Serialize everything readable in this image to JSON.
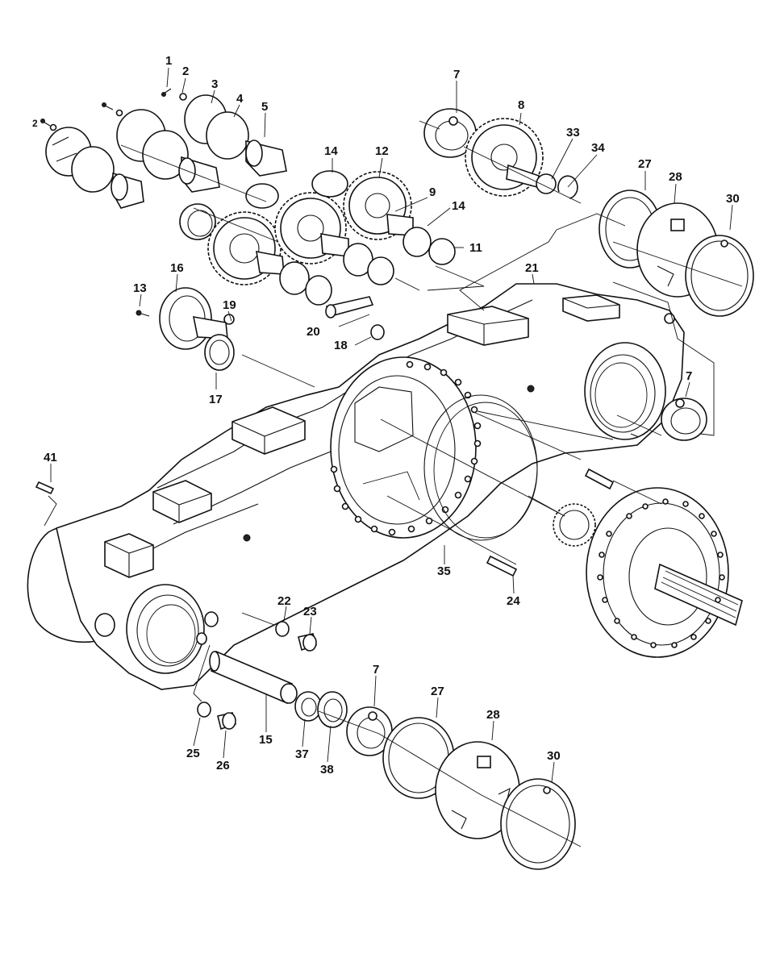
{
  "diagram": {
    "callouts": [
      {
        "id": "c1",
        "text": "1"
      },
      {
        "id": "c2",
        "text": "2"
      },
      {
        "id": "c2b",
        "text": "2"
      },
      {
        "id": "c3",
        "text": "3"
      },
      {
        "id": "c4",
        "text": "4"
      },
      {
        "id": "c5",
        "text": "5"
      },
      {
        "id": "c7a",
        "text": "7"
      },
      {
        "id": "c8",
        "text": "8"
      },
      {
        "id": "c33",
        "text": "33"
      },
      {
        "id": "c34",
        "text": "34"
      },
      {
        "id": "c14a",
        "text": "14"
      },
      {
        "id": "c12",
        "text": "12"
      },
      {
        "id": "c9",
        "text": "9"
      },
      {
        "id": "c14b",
        "text": "14"
      },
      {
        "id": "c11",
        "text": "11"
      },
      {
        "id": "c27a",
        "text": "27"
      },
      {
        "id": "c28a",
        "text": "28"
      },
      {
        "id": "c30a",
        "text": "30"
      },
      {
        "id": "c16",
        "text": "16"
      },
      {
        "id": "c13",
        "text": "13"
      },
      {
        "id": "c19",
        "text": "19"
      },
      {
        "id": "c21",
        "text": "21"
      },
      {
        "id": "c20",
        "text": "20"
      },
      {
        "id": "c18",
        "text": "18"
      },
      {
        "id": "c17",
        "text": "17"
      },
      {
        "id": "c7b",
        "text": "7"
      },
      {
        "id": "c41",
        "text": "41"
      },
      {
        "id": "c35",
        "text": "35"
      },
      {
        "id": "c24",
        "text": "24"
      },
      {
        "id": "c22",
        "text": "22"
      },
      {
        "id": "c23",
        "text": "23"
      },
      {
        "id": "c7c",
        "text": "7"
      },
      {
        "id": "c27b",
        "text": "27"
      },
      {
        "id": "c28b",
        "text": "28"
      },
      {
        "id": "c30b",
        "text": "30"
      },
      {
        "id": "c15",
        "text": "15"
      },
      {
        "id": "c25",
        "text": "25"
      },
      {
        "id": "c26",
        "text": "26"
      },
      {
        "id": "c37",
        "text": "37"
      },
      {
        "id": "c38",
        "text": "38"
      }
    ]
  }
}
